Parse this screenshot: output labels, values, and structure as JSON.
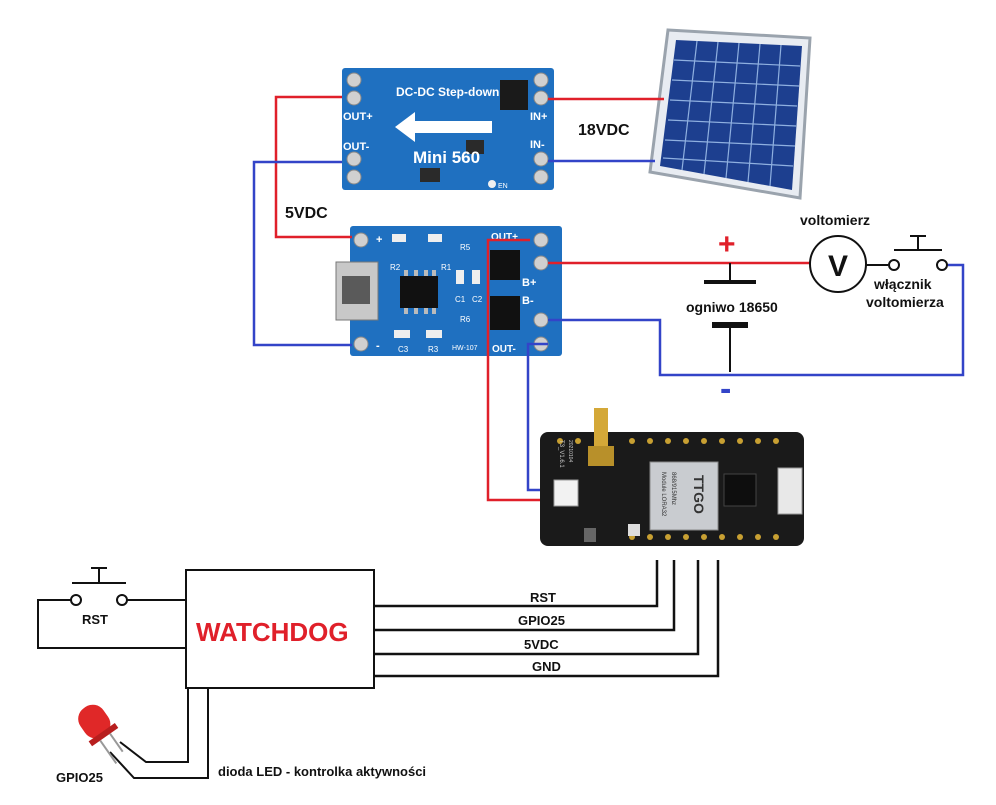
{
  "stepdown": {
    "title": "DC-DC Step-down",
    "model": "Mini 560",
    "out_plus": "OUT+",
    "out_minus": "OUT-",
    "in_plus": "IN+",
    "in_minus": "IN-",
    "en": "EN"
  },
  "solar_voltage": "18VDC",
  "charger_voltage": "5VDC",
  "charger": {
    "plus": "+",
    "minus": "-",
    "out_plus": "OUT+",
    "out_minus": "OUT-",
    "b_plus": "B+",
    "b_minus": "B-",
    "r1": "R1",
    "r2": "R2",
    "r3": "R3",
    "r5": "R5",
    "r6": "R6",
    "c1": "C1",
    "c2": "C2",
    "c3": "C3",
    "model": "HW-107"
  },
  "battery": {
    "label": "ogniwo 18650",
    "plus": "+",
    "minus": "-"
  },
  "voltmeter": {
    "title": "voltomierz",
    "symbol": "V"
  },
  "switch_label": {
    "line1": "włącznik",
    "line2": "voltomierza"
  },
  "ttgo": {
    "brand": "TTGO",
    "module": "Module LORA32",
    "freq": "868/915Mhz",
    "version": "T3_V1.6.1",
    "date": "20210104"
  },
  "watchdog": {
    "title": "WATCHDOG"
  },
  "rst_label": "RST",
  "signals": [
    "RST",
    "GPIO25",
    "5VDC",
    "GND"
  ],
  "led_label": "GPIO25",
  "led_description": "dioda LED - kontrolka aktywności",
  "colors": {
    "red_wire": "#e0202a",
    "blue_wire": "#3344c8",
    "watchdog_text": "#e0202a",
    "pcb_blue": "#1f70c0",
    "board_black": "#1a1a1a"
  }
}
